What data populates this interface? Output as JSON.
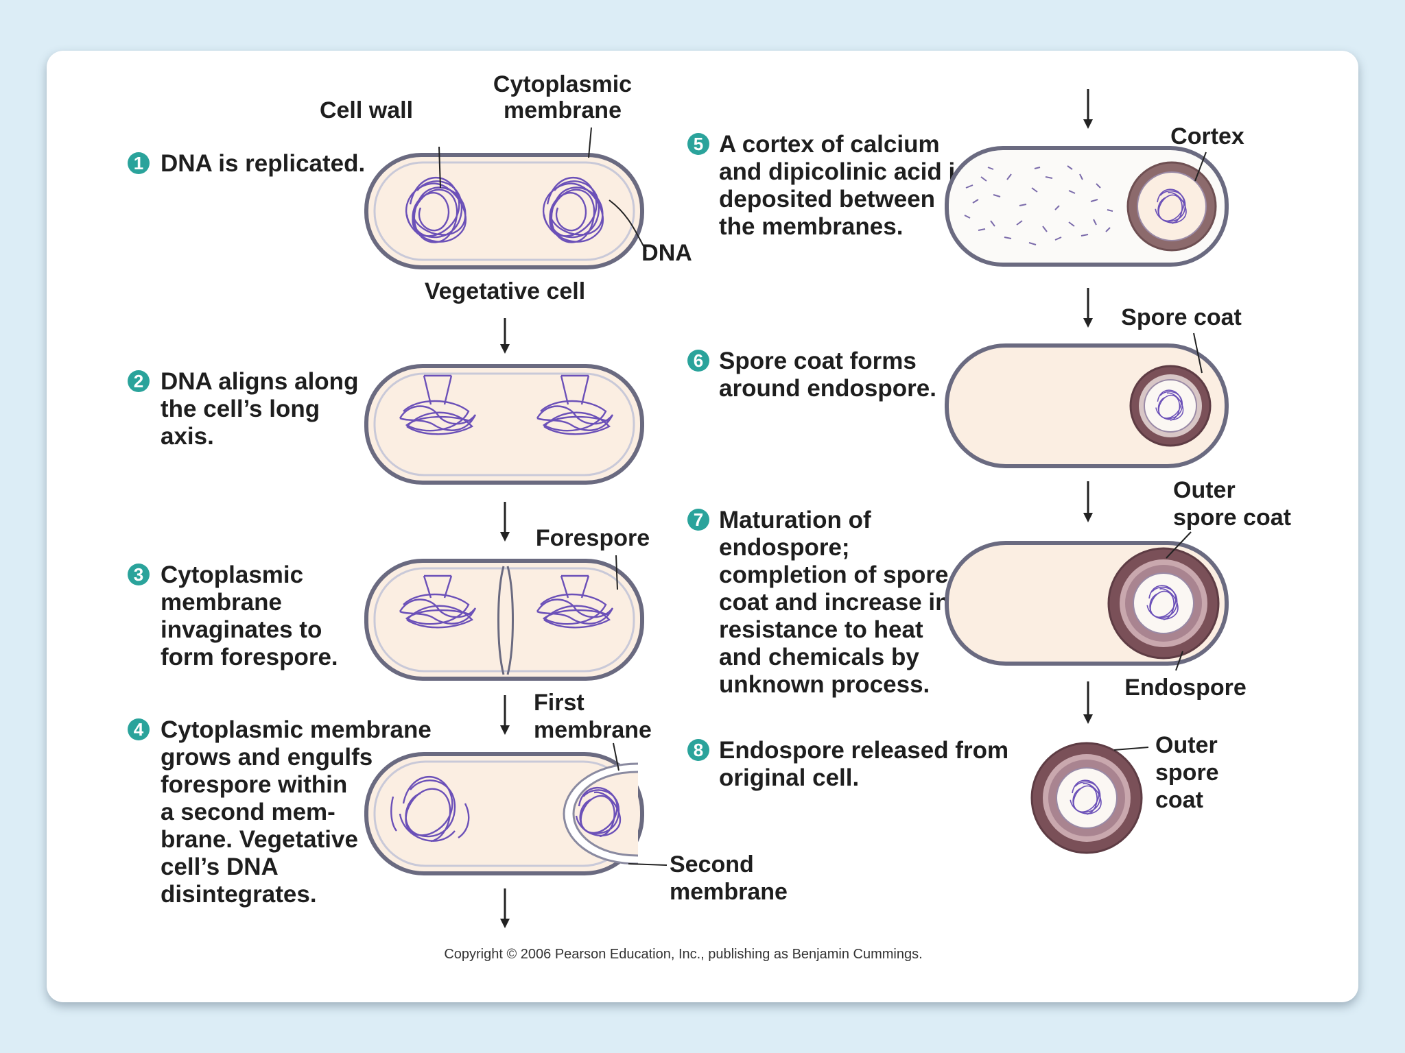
{
  "steps": [
    {
      "num": "1",
      "lines": [
        "DNA is replicated."
      ]
    },
    {
      "num": "2",
      "lines": [
        "DNA aligns along",
        "the cell’s long",
        "axis."
      ]
    },
    {
      "num": "3",
      "lines": [
        "Cytoplasmic",
        "membrane",
        "invaginates to",
        "form forespore."
      ]
    },
    {
      "num": "4",
      "lines": [
        "Cytoplasmic membrane",
        "grows and engulfs",
        "forespore within",
        "a second mem-",
        "brane. Vegetative",
        "cell’s DNA",
        "disintegrates."
      ]
    },
    {
      "num": "5",
      "lines": [
        "A cortex of calcium",
        "and dipicolinic acid is",
        "deposited between",
        "the membranes."
      ]
    },
    {
      "num": "6",
      "lines": [
        "Spore coat forms",
        "around endospore."
      ]
    },
    {
      "num": "7",
      "lines": [
        "Maturation of",
        "endospore;",
        "completion of spore",
        "coat and increase in",
        "resistance to heat",
        "and chemicals by",
        "unknown process."
      ]
    },
    {
      "num": "8",
      "lines": [
        "Endospore released from",
        "original cell."
      ]
    }
  ],
  "labels": {
    "cell_wall": "Cell wall",
    "cytoplasmic_membrane": [
      "Cytoplasmic",
      "membrane"
    ],
    "dna": "DNA",
    "vegetative_cell": "Vegetative cell",
    "forespore": "Forespore",
    "first_membrane": [
      "First",
      "membrane"
    ],
    "second_membrane": [
      "Second",
      "membrane"
    ],
    "cortex": "Cortex",
    "spore_coat": "Spore coat",
    "outer_spore_coat_7": [
      "Outer",
      "spore coat"
    ],
    "endospore": "Endospore",
    "outer_spore_coat_8": [
      "Outer",
      "spore",
      "coat"
    ]
  },
  "copyright": "Copyright © 2006 Pearson Education, Inc., publishing as Benjamin Cummings.",
  "colors": {
    "badge": "#2aa39b",
    "cytoplasm": "#fbeee2",
    "membrane": "#6a6a80",
    "dna": "#6b50b8",
    "spore_coat": "#7a5058",
    "background": "#dcedf6"
  }
}
